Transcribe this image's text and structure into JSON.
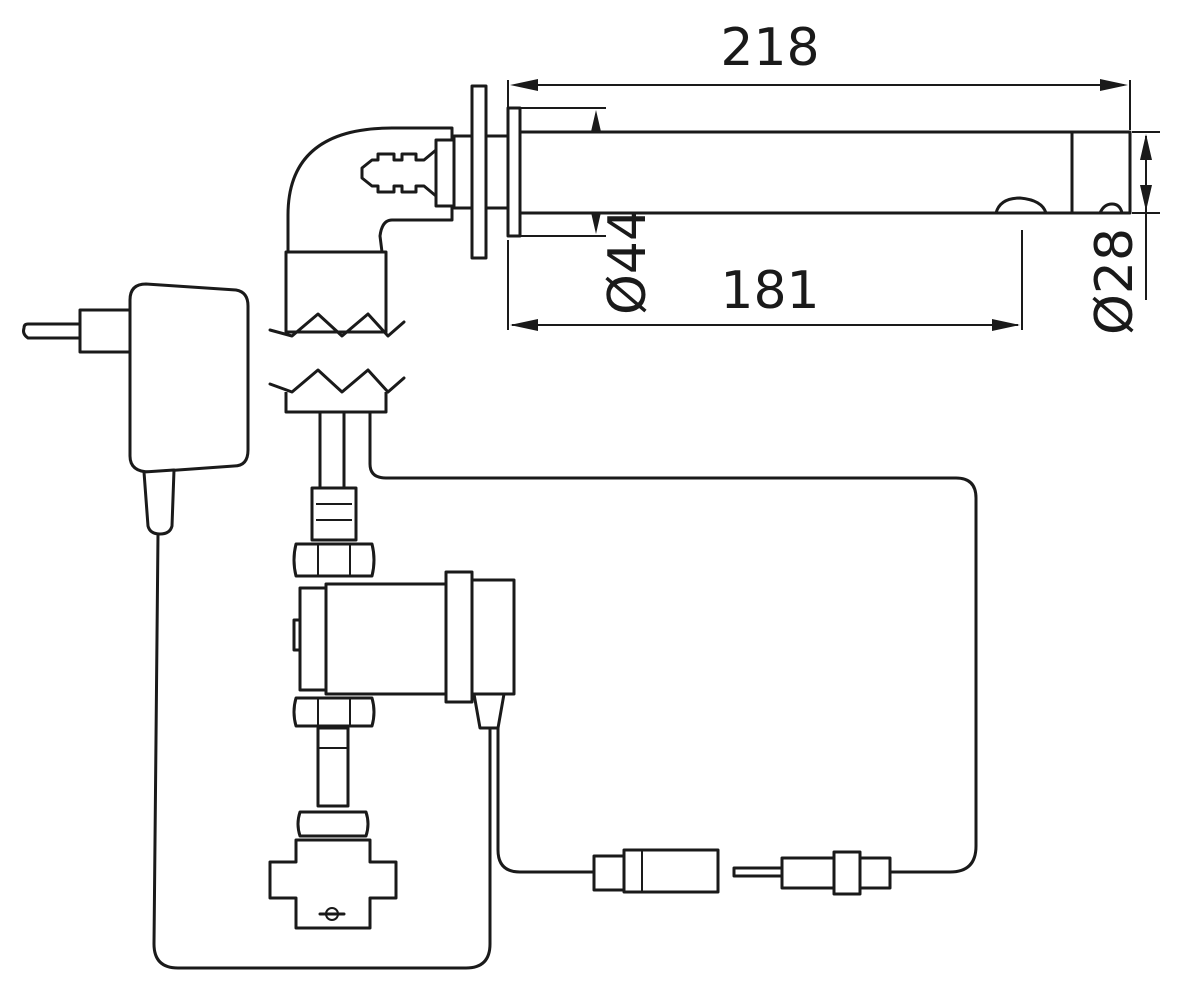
{
  "drawing": {
    "dimensions": {
      "overall_length": "218",
      "reach_length": "181",
      "flange_diameter": "Ø44",
      "spout_diameter": "Ø28"
    }
  }
}
